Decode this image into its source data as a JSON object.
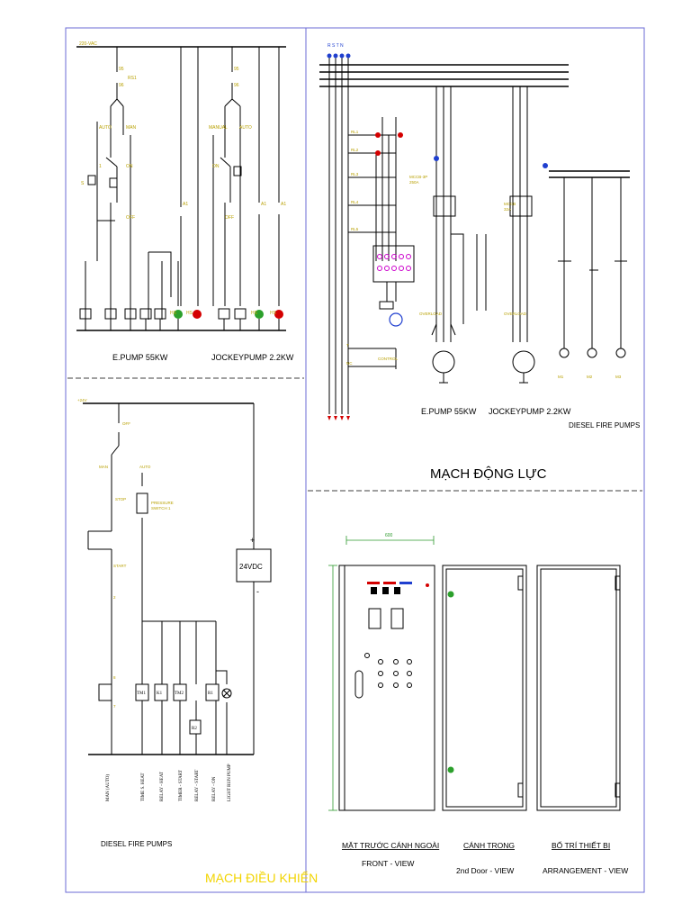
{
  "colors": {
    "frame": "#6b6bd6",
    "wire": "#000000",
    "label": "#b8a000",
    "contact_red": "#d40000",
    "lamp_green": "#2ca02c",
    "lamp_red": "#d40000",
    "phase_blue": "#1f3fcf",
    "dim_green": "#2e9a2e",
    "title_yellow": "#f2d400"
  },
  "control_top": {
    "caption_epump": "E.PUMP  55KW",
    "caption_jockey": "JOCKEYPUMP 2.2KW"
  },
  "power": {
    "phases": "R S T N",
    "title": "MẠCH ĐỘNG LỰC",
    "caption_epump": "E.PUMP 55KW",
    "caption_jockey": "JOCKEYPUMP 2.2KW",
    "caption_diesel": "DIESEL FIRE PUMPS"
  },
  "diesel_control": {
    "supply_label": "24VDC",
    "plus": "+",
    "minus": "-",
    "caption": "DIESEL FIRE PUMPS",
    "title": "MẠCH ĐIỀU KHIỂN",
    "coils": [
      "TM1",
      "K1",
      "TM2",
      "R1"
    ],
    "coil_r2": "R2",
    "vertical_labels": [
      "MAN (AUTO)",
      "TIME S. HEAT",
      "RELAY - HEAT",
      "TIMER - START",
      "RELAY - START",
      "RELAY - ON",
      "LIGHT RUN PUMP"
    ]
  },
  "cabinet": {
    "dim_width": "600",
    "front_title": "MẶT TRƯỚC CÁNH NGOÀI",
    "front_sub": "FRONT - VIEW",
    "door_title": "CÁNH TRONG",
    "door_sub": "2nd Door - VIEW",
    "arr_title": "BỐ TRÍ THIẾT BỊ",
    "arr_sub": "ARRANGEMENT - VIEW"
  }
}
